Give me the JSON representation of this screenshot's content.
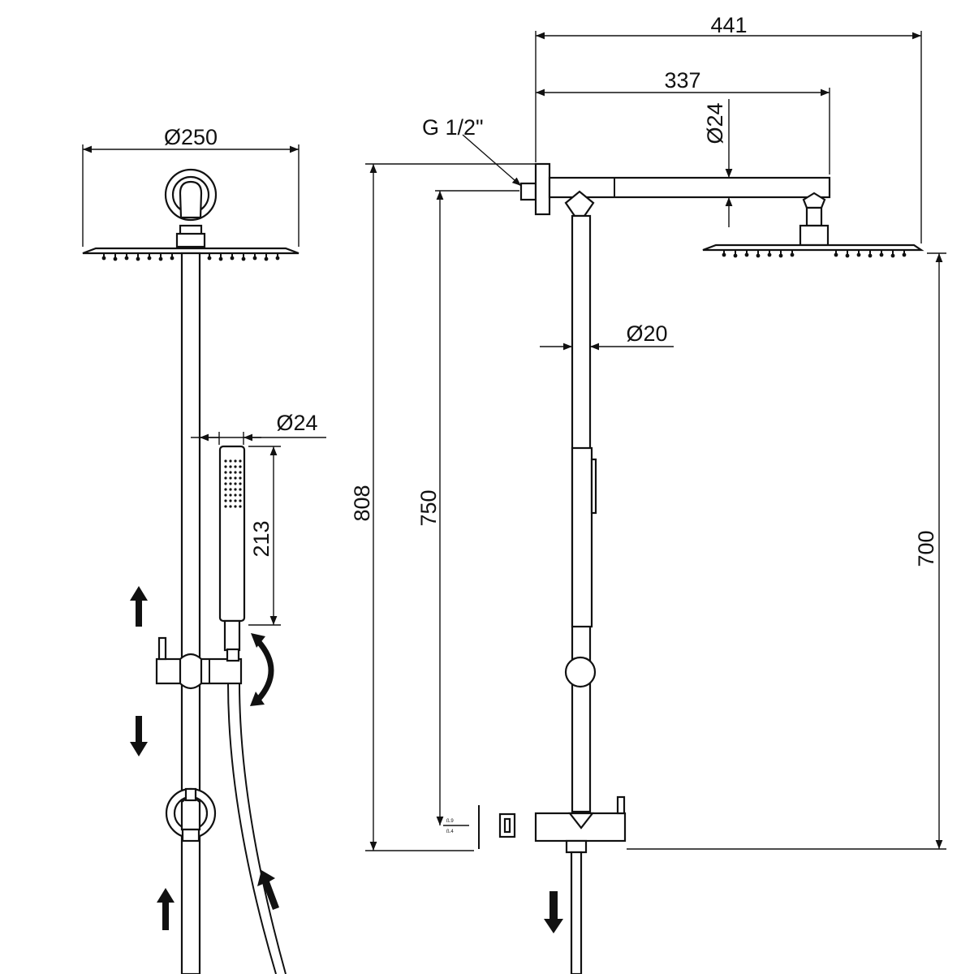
{
  "dimensions": {
    "head_diameter": "Ø250",
    "hand_diameter": "Ø24",
    "hand_length": "213",
    "overall_width": "441",
    "arm_length": "337",
    "arm_diameter": "Ø24",
    "connection": "G 1/2\"",
    "rail_diameter": "Ø20",
    "overall_height": "808",
    "rail_height": "750",
    "head_height": "700"
  },
  "small_marks": {
    "upper": "ß.9",
    "lower": "ß.4"
  }
}
